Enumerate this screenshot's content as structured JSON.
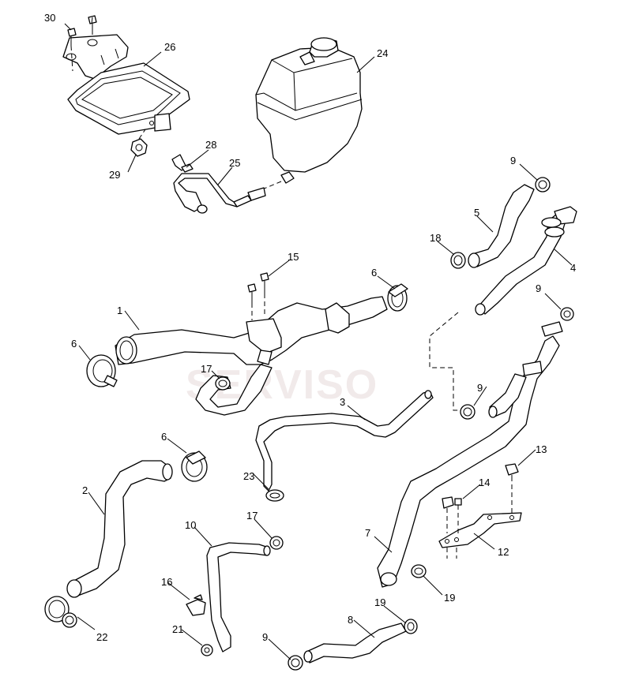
{
  "diagram": {
    "watermark": "SERVISO",
    "callouts": {
      "c1": "1",
      "c2": "2",
      "c3": "3",
      "c4": "4",
      "c5": "5",
      "c6a": "6",
      "c6b": "6",
      "c6c": "6",
      "c7": "7",
      "c8": "8",
      "c9a": "9",
      "c9b": "9",
      "c9c": "9",
      "c9d": "9",
      "c10": "10",
      "c12": "12",
      "c13": "13",
      "c14": "14",
      "c15": "15",
      "c16": "16",
      "c17a": "17",
      "c17b": "17",
      "c18": "18",
      "c19a": "19",
      "c19b": "19",
      "c21": "21",
      "c22": "22",
      "c23": "23",
      "c24": "24",
      "c25": "25",
      "c26": "26",
      "c28": "28",
      "c29": "29",
      "c30": "30"
    }
  }
}
